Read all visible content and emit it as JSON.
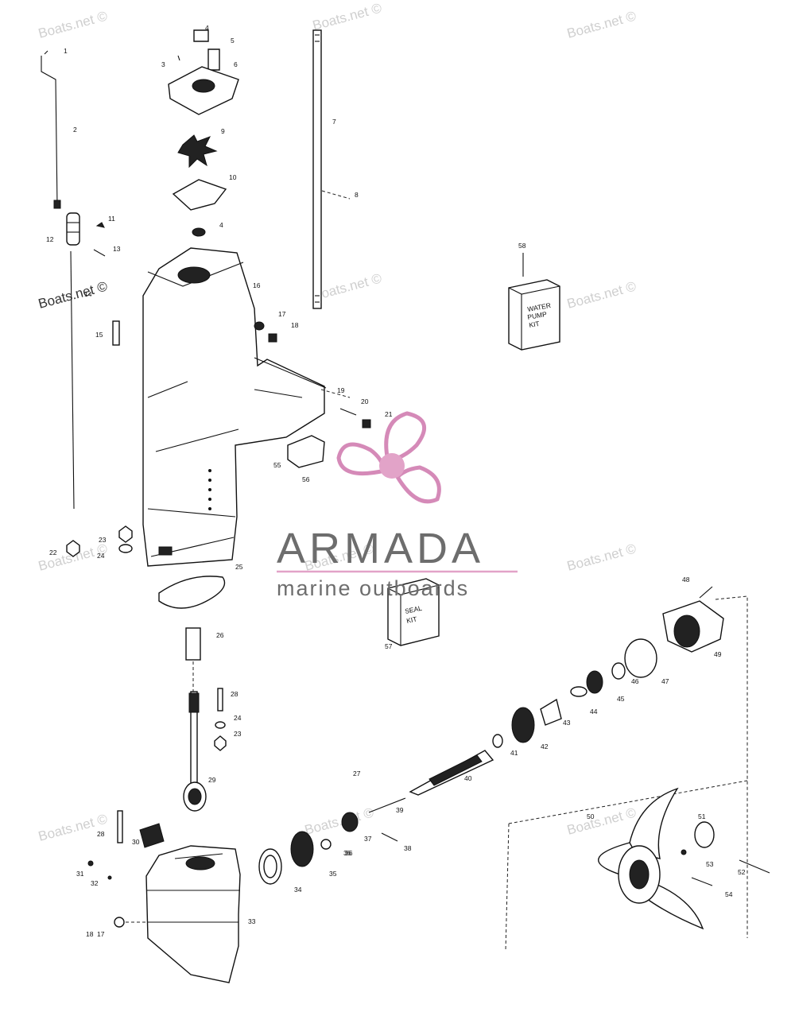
{
  "watermark": "Boats.net ©",
  "brand": {
    "name": "ARMADA",
    "tagline": "marine outboards",
    "accent": "#e2a3c8",
    "text_color": "#6d6d6d"
  },
  "kits": {
    "water_pump": [
      "WATER",
      "PUMP",
      "KIT"
    ],
    "seal": [
      "SEAL",
      "KIT"
    ]
  },
  "callouts": [
    "1",
    "2",
    "3",
    "4",
    "5",
    "6",
    "7",
    "8",
    "9",
    "10",
    "11",
    "12",
    "13",
    "14",
    "15",
    "16",
    "17",
    "18",
    "19",
    "20",
    "21",
    "22",
    "23",
    "24",
    "25",
    "26",
    "27",
    "28",
    "29",
    "30",
    "31",
    "32",
    "33",
    "34",
    "35",
    "36",
    "37",
    "38",
    "39",
    "40",
    "41",
    "42",
    "43",
    "44",
    "45",
    "46",
    "47",
    "48",
    "49",
    "50",
    "51",
    "52",
    "53",
    "54",
    "55",
    "56",
    "57",
    "58"
  ],
  "callouts_repeat": [
    "4",
    "17",
    "18",
    "23",
    "24",
    "28",
    "36"
  ]
}
